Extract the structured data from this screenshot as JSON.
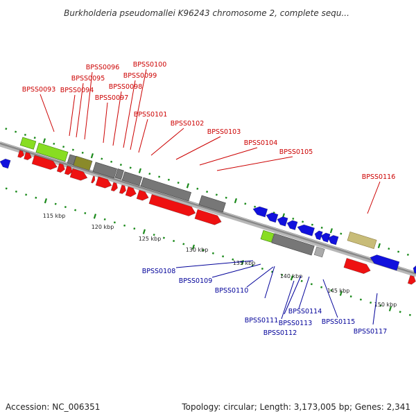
{
  "title": "Burkholderia pseudomallei K96243 chromosome 2, complete sequ...",
  "footer": {
    "accession_label": "Accession:",
    "accession": "NC_006351",
    "topology_label": "Topology:",
    "topology": "circular",
    "length_label": "Length:",
    "length": "3,173,005 bp",
    "genes_label": "Genes:",
    "genes": "2,341"
  },
  "scale": {
    "tick_labels": [
      "115 kbp",
      "120 kbp",
      "125 kbp",
      "130 kbp",
      "135 kbp",
      "140 kbp",
      "145 kbp",
      "150 kbp"
    ]
  },
  "colors": {
    "forward_gene": "#ee1111",
    "reverse_gene": "#1111dd",
    "forward_label": "#cc0000",
    "reverse_label": "#000099",
    "backbone": "#888888",
    "tick": "#1a8a1a",
    "cog_gray": "#777777",
    "cog_green": "#88dd22",
    "cog_olive": "#8a8a2a",
    "cog_tan": "#c8bc78"
  },
  "labels": {
    "forward": [
      "BPSS0093",
      "BPSS0094",
      "BPSS0095",
      "BPSS0096",
      "BPSS0097",
      "BPSS0098",
      "BPSS0099",
      "BPSS0100",
      "BPSS0101",
      "BPSS0102",
      "BPSS0103",
      "BPSS0104",
      "BPSS0105",
      "BPSS0116"
    ],
    "reverse": [
      "BPSS0108",
      "BPSS0109",
      "BPSS0110",
      "BPSS0111",
      "BPSS0112",
      "BPSS0113",
      "BPSS0114",
      "BPSS0115",
      "BPSS0117"
    ]
  }
}
